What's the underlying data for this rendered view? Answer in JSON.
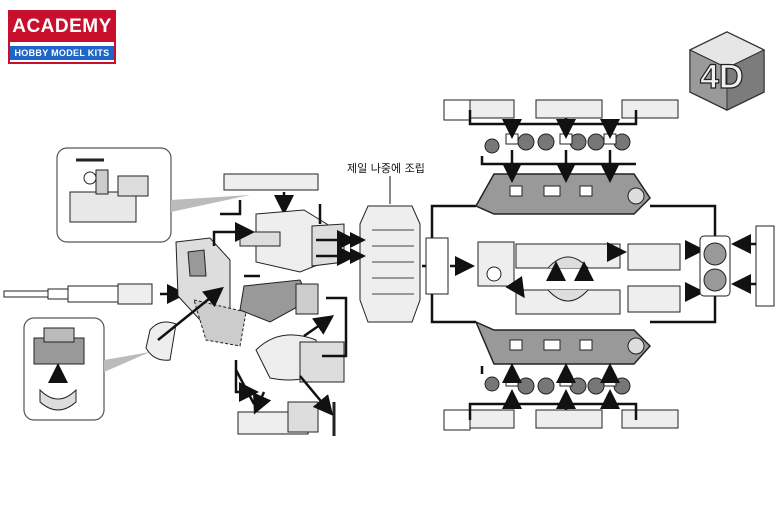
{
  "brand": {
    "name": "ACADEMY",
    "tagline": "HOBBY MODEL KITS",
    "colors": {
      "red": "#c8102e",
      "blue": "#1e66c8"
    }
  },
  "badge": {
    "text": "4D",
    "icon": "cube-4d-icon"
  },
  "assembly_note": "제일 나중에 조립",
  "colors": {
    "line": "#111111",
    "part_fill": "#d8d8d8",
    "part_fill_light": "#eeeeee",
    "detail_fill": "#ffffff"
  }
}
